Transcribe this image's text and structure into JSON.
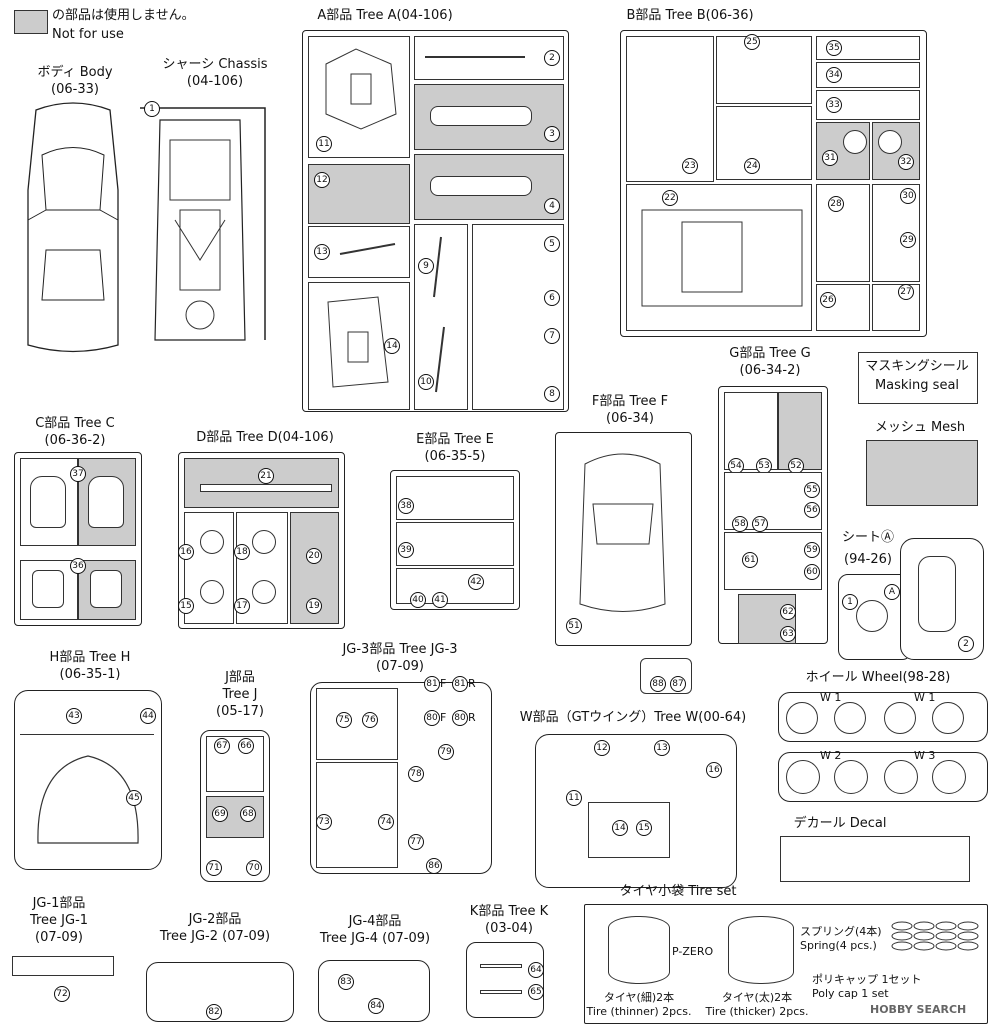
{
  "legend": {
    "line1": "の部品は使用しません。",
    "line2": "Not for use",
    "swatch_color": "#cccccc"
  },
  "trees": {
    "body": {
      "line1": "ボディ Body",
      "line2": "(06-33)"
    },
    "chassis": {
      "line1": "シャーシ Chassis",
      "line2": "(04-106)"
    },
    "a": {
      "line1": "A部品 Tree A(04-106)"
    },
    "b": {
      "line1": "B部品 Tree B(06-36)"
    },
    "c": {
      "line1": "C部品 Tree C",
      "line2": "(06-36-2)"
    },
    "d": {
      "line1": "D部品 Tree D(04-106)"
    },
    "e": {
      "line1": "E部品 Tree E",
      "line2": "(06-35-5)"
    },
    "f": {
      "line1": "F部品 Tree F",
      "line2": "(06-34)"
    },
    "g": {
      "line1": "G部品 Tree G",
      "line2": "(06-34-2)"
    },
    "masking": {
      "line1": "マスキングシール",
      "line2": "Masking seal"
    },
    "mesh": {
      "line1": "メッシュ Mesh"
    },
    "seat": {
      "line1": "シートⒶ",
      "line2": "(94-26)"
    },
    "h": {
      "line1": "H部品 Tree H",
      "line2": "(06-35-1)"
    },
    "j": {
      "line1": "J部品",
      "line2": "Tree J",
      "line3": "(05-17)"
    },
    "jg3": {
      "line1": "JG-3部品 Tree JG-3",
      "line2": "(07-09)"
    },
    "w": {
      "line1": "W部品（GTウイング）Tree W(00-64)"
    },
    "wheel": {
      "line1": "ホイール Wheel(98-28)",
      "w1": "W 1",
      "w2": "W 2",
      "w3": "W 3"
    },
    "decal": {
      "line1": "デカール Decal"
    },
    "jg1": {
      "line1": "JG-1部品",
      "line2": "Tree JG-1",
      "line3": "(07-09)"
    },
    "jg2": {
      "line1": "JG-2部品",
      "line2": "Tree JG-2 (07-09)"
    },
    "jg4": {
      "line1": "JG-4部品",
      "line2": "Tree JG-4 (07-09)"
    },
    "k": {
      "line1": "K部品 Tree K",
      "line2": "(03-04)"
    },
    "tire": {
      "title": "タイヤ小袋 Tire set",
      "brand": "P-ZERO",
      "thin_jp": "タイヤ(細)2本",
      "thin_en": "Tire (thinner) 2pcs.",
      "thick_jp": "タイヤ(太)2本",
      "thick_en": "Tire (thicker) 2pcs.",
      "spring_jp": "スプリング(4本)",
      "spring_en": "Spring(4 pcs.)",
      "poly_jp": "ポリキャップ 1セット",
      "poly_en": "Poly cap 1 set"
    }
  },
  "labels": {
    "jg3_f": "F",
    "jg3_r": "R",
    "watermark": "HOBBY SEARCH"
  }
}
